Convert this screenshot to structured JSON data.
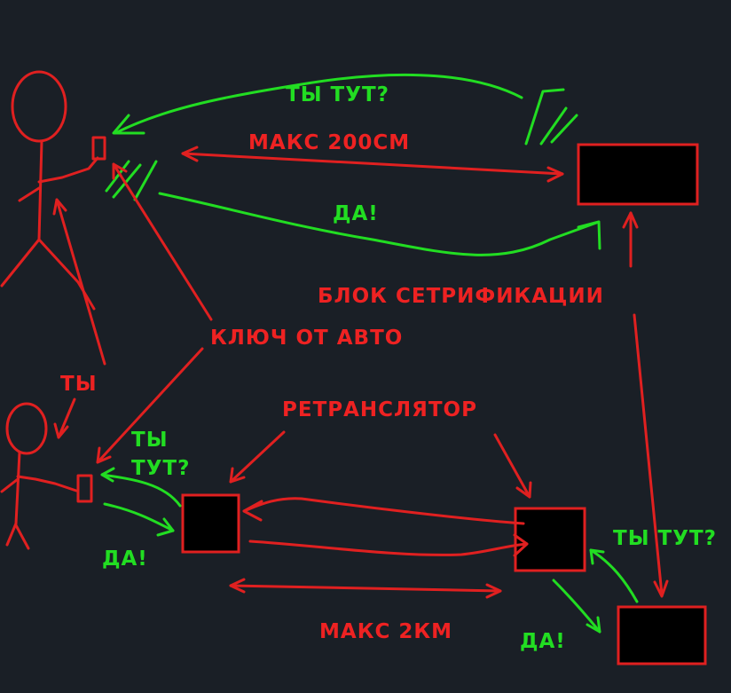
{
  "labels": {
    "question_top": "ТЫ ТУТ?",
    "max_200cm": "МАКС 200СМ",
    "answer_top": "ДА!",
    "cert_block": "БЛОК СЕТРИФИКАЦИИ",
    "car_key": "КЛЮЧ ОТ АВТО",
    "you": "ТЫ",
    "retranslator": "РЕТРАНСЛЯТОР",
    "question_left_1": "ТЫ",
    "question_left_2": "ТУТ?",
    "answer_left": "ДА!",
    "question_right": "ТЫ ТУТ?",
    "answer_right": "ДА!",
    "max_2km": "МАКС 2КМ"
  },
  "colors": {
    "background": "#1a1f26",
    "red": "#e02020",
    "green": "#22dd22",
    "box_fill": "#000000"
  }
}
